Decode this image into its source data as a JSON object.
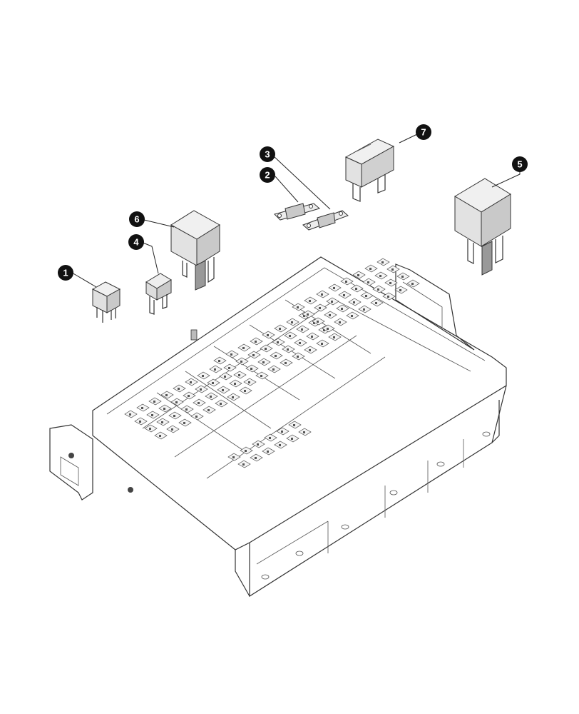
{
  "callouts": [
    {
      "id": "1",
      "label": "1"
    },
    {
      "id": "2",
      "label": "2"
    },
    {
      "id": "3",
      "label": "3"
    },
    {
      "id": "4",
      "label": "4"
    },
    {
      "id": "5",
      "label": "5"
    },
    {
      "id": "6",
      "label": "6"
    },
    {
      "id": "7",
      "label": "7"
    }
  ],
  "colors": {
    "part_fill": "#e8e8e8",
    "part_shade": "#c9c9c9",
    "part_dark": "#a9a9a9",
    "callout_fill": "#111111",
    "outline": "#333333"
  }
}
